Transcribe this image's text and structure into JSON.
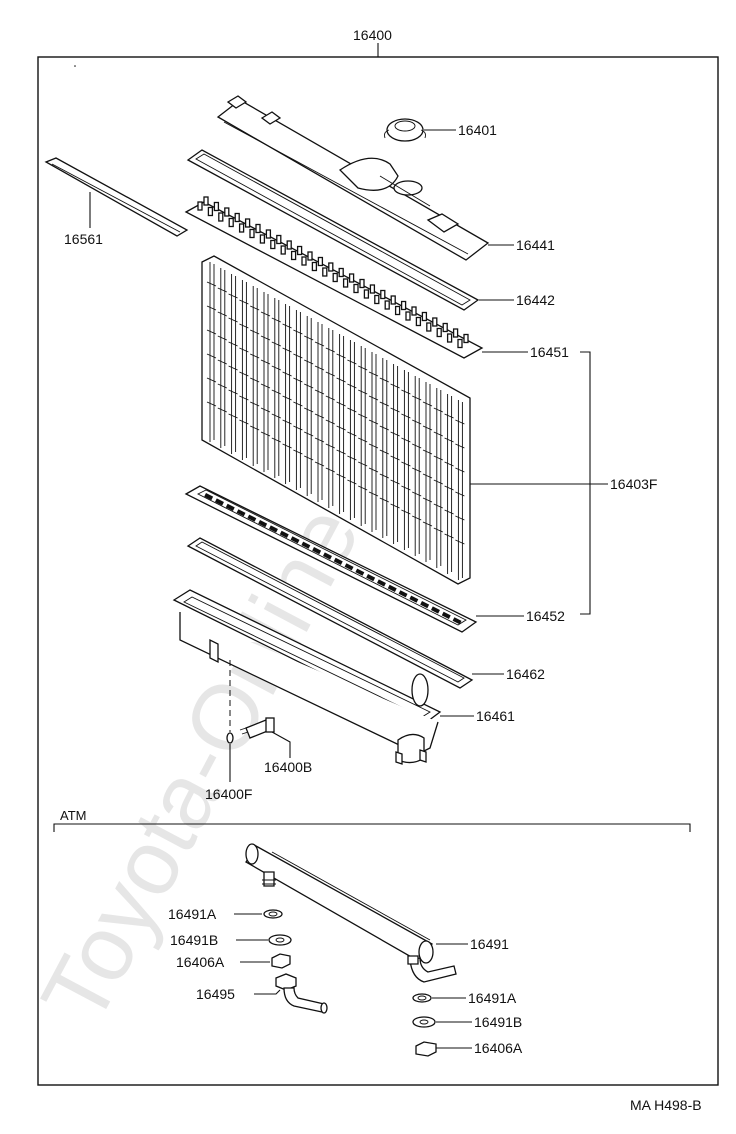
{
  "watermark": "Toyota-Online.ru",
  "assembly_number": "16400",
  "section_label": "ATM",
  "footer_code": "MA H498-B",
  "parts": {
    "p16401": "16401",
    "p16561": "16561",
    "p16441": "16441",
    "p16442": "16442",
    "p16451": "16451",
    "p16403F": "16403F",
    "p16452": "16452",
    "p16462": "16462",
    "p16461": "16461",
    "p16400B": "16400B",
    "p16400F": "16400F",
    "p16491A_left": "16491A",
    "p16491B_left": "16491B",
    "p16406A_left": "16406A",
    "p16495": "16495",
    "p16491": "16491",
    "p16491A_right": "16491A",
    "p16491B_right": "16491B",
    "p16406A_right": "16406A"
  }
}
